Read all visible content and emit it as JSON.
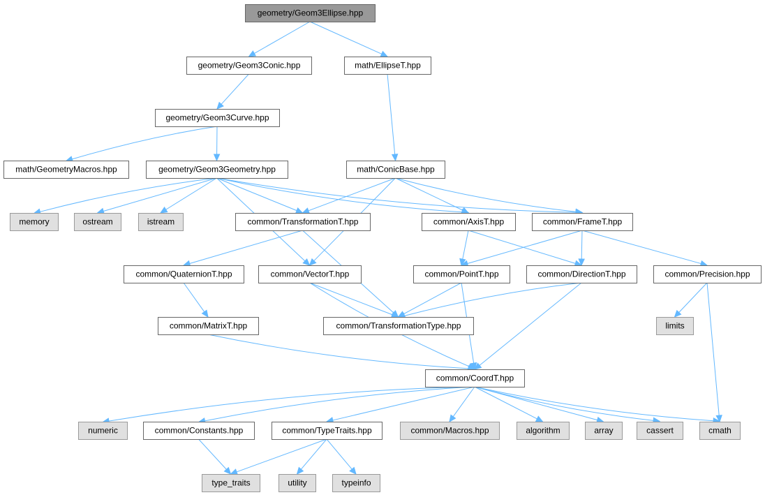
{
  "colors": {
    "edge": "#63b8ff",
    "root_fill": "#999999",
    "root_border": "#666666",
    "file_fill": "#ffffff",
    "file_border": "#666666",
    "system_fill": "#e0e0e0",
    "system_border": "#999999",
    "text": "#000000"
  },
  "nodes": [
    {
      "id": "n0",
      "label": "geometry/Geom3Ellipse.hpp",
      "kind": "root"
    },
    {
      "id": "n1",
      "label": "geometry/Geom3Conic.hpp",
      "kind": "file"
    },
    {
      "id": "n2",
      "label": "math/EllipseT.hpp",
      "kind": "file"
    },
    {
      "id": "n3",
      "label": "geometry/Geom3Curve.hpp",
      "kind": "file"
    },
    {
      "id": "n4",
      "label": "math/GeometryMacros.hpp",
      "kind": "file"
    },
    {
      "id": "n5",
      "label": "geometry/Geom3Geometry.hpp",
      "kind": "file"
    },
    {
      "id": "n6",
      "label": "math/ConicBase.hpp",
      "kind": "file"
    },
    {
      "id": "n7",
      "label": "memory",
      "kind": "system"
    },
    {
      "id": "n8",
      "label": "ostream",
      "kind": "system"
    },
    {
      "id": "n9",
      "label": "istream",
      "kind": "system"
    },
    {
      "id": "n10",
      "label": "common/TransformationT.hpp",
      "kind": "file"
    },
    {
      "id": "n11",
      "label": "common/AxisT.hpp",
      "kind": "file"
    },
    {
      "id": "n12",
      "label": "common/FrameT.hpp",
      "kind": "file"
    },
    {
      "id": "n13",
      "label": "common/QuaternionT.hpp",
      "kind": "file"
    },
    {
      "id": "n14",
      "label": "common/VectorT.hpp",
      "kind": "file"
    },
    {
      "id": "n15",
      "label": "common/PointT.hpp",
      "kind": "file"
    },
    {
      "id": "n16",
      "label": "common/DirectionT.hpp",
      "kind": "file"
    },
    {
      "id": "n17",
      "label": "common/Precision.hpp",
      "kind": "file"
    },
    {
      "id": "n18",
      "label": "common/MatrixT.hpp",
      "kind": "file"
    },
    {
      "id": "n19",
      "label": "common/TransformationType.hpp",
      "kind": "file"
    },
    {
      "id": "n20",
      "label": "limits",
      "kind": "system"
    },
    {
      "id": "n21",
      "label": "common/CoordT.hpp",
      "kind": "file"
    },
    {
      "id": "n22",
      "label": "numeric",
      "kind": "system"
    },
    {
      "id": "n23",
      "label": "common/Constants.hpp",
      "kind": "file"
    },
    {
      "id": "n24",
      "label": "common/TypeTraits.hpp",
      "kind": "file"
    },
    {
      "id": "n25",
      "label": "common/Macros.hpp",
      "kind": "system"
    },
    {
      "id": "n26",
      "label": "algorithm",
      "kind": "system"
    },
    {
      "id": "n27",
      "label": "array",
      "kind": "system"
    },
    {
      "id": "n28",
      "label": "cassert",
      "kind": "system"
    },
    {
      "id": "n29",
      "label": "cmath",
      "kind": "system"
    },
    {
      "id": "n30",
      "label": "type_traits",
      "kind": "system"
    },
    {
      "id": "n31",
      "label": "utility",
      "kind": "system"
    },
    {
      "id": "n32",
      "label": "typeinfo",
      "kind": "system"
    }
  ],
  "edges": [
    {
      "from": "n0",
      "to": "n1"
    },
    {
      "from": "n0",
      "to": "n2"
    },
    {
      "from": "n1",
      "to": "n3"
    },
    {
      "from": "n3",
      "to": "n4"
    },
    {
      "from": "n3",
      "to": "n5"
    },
    {
      "from": "n2",
      "to": "n6"
    },
    {
      "from": "n5",
      "to": "n7"
    },
    {
      "from": "n5",
      "to": "n8"
    },
    {
      "from": "n5",
      "to": "n9"
    },
    {
      "from": "n5",
      "to": "n10"
    },
    {
      "from": "n5",
      "to": "n14"
    },
    {
      "from": "n5",
      "to": "n11"
    },
    {
      "from": "n5",
      "to": "n12"
    },
    {
      "from": "n6",
      "to": "n10"
    },
    {
      "from": "n6",
      "to": "n14"
    },
    {
      "from": "n6",
      "to": "n11"
    },
    {
      "from": "n6",
      "to": "n12"
    },
    {
      "from": "n10",
      "to": "n13"
    },
    {
      "from": "n10",
      "to": "n19"
    },
    {
      "from": "n11",
      "to": "n15"
    },
    {
      "from": "n11",
      "to": "n16"
    },
    {
      "from": "n12",
      "to": "n15"
    },
    {
      "from": "n12",
      "to": "n16"
    },
    {
      "from": "n12",
      "to": "n17"
    },
    {
      "from": "n13",
      "to": "n18"
    },
    {
      "from": "n14",
      "to": "n19"
    },
    {
      "from": "n14",
      "to": "n21"
    },
    {
      "from": "n15",
      "to": "n19"
    },
    {
      "from": "n15",
      "to": "n21"
    },
    {
      "from": "n16",
      "to": "n19"
    },
    {
      "from": "n16",
      "to": "n21"
    },
    {
      "from": "n17",
      "to": "n20"
    },
    {
      "from": "n17",
      "to": "n29"
    },
    {
      "from": "n18",
      "to": "n21"
    },
    {
      "from": "n21",
      "to": "n22"
    },
    {
      "from": "n21",
      "to": "n23"
    },
    {
      "from": "n21",
      "to": "n24"
    },
    {
      "from": "n21",
      "to": "n25"
    },
    {
      "from": "n21",
      "to": "n26"
    },
    {
      "from": "n21",
      "to": "n27"
    },
    {
      "from": "n21",
      "to": "n28"
    },
    {
      "from": "n21",
      "to": "n29"
    },
    {
      "from": "n23",
      "to": "n30"
    },
    {
      "from": "n24",
      "to": "n30"
    },
    {
      "from": "n24",
      "to": "n31"
    },
    {
      "from": "n24",
      "to": "n32"
    }
  ]
}
